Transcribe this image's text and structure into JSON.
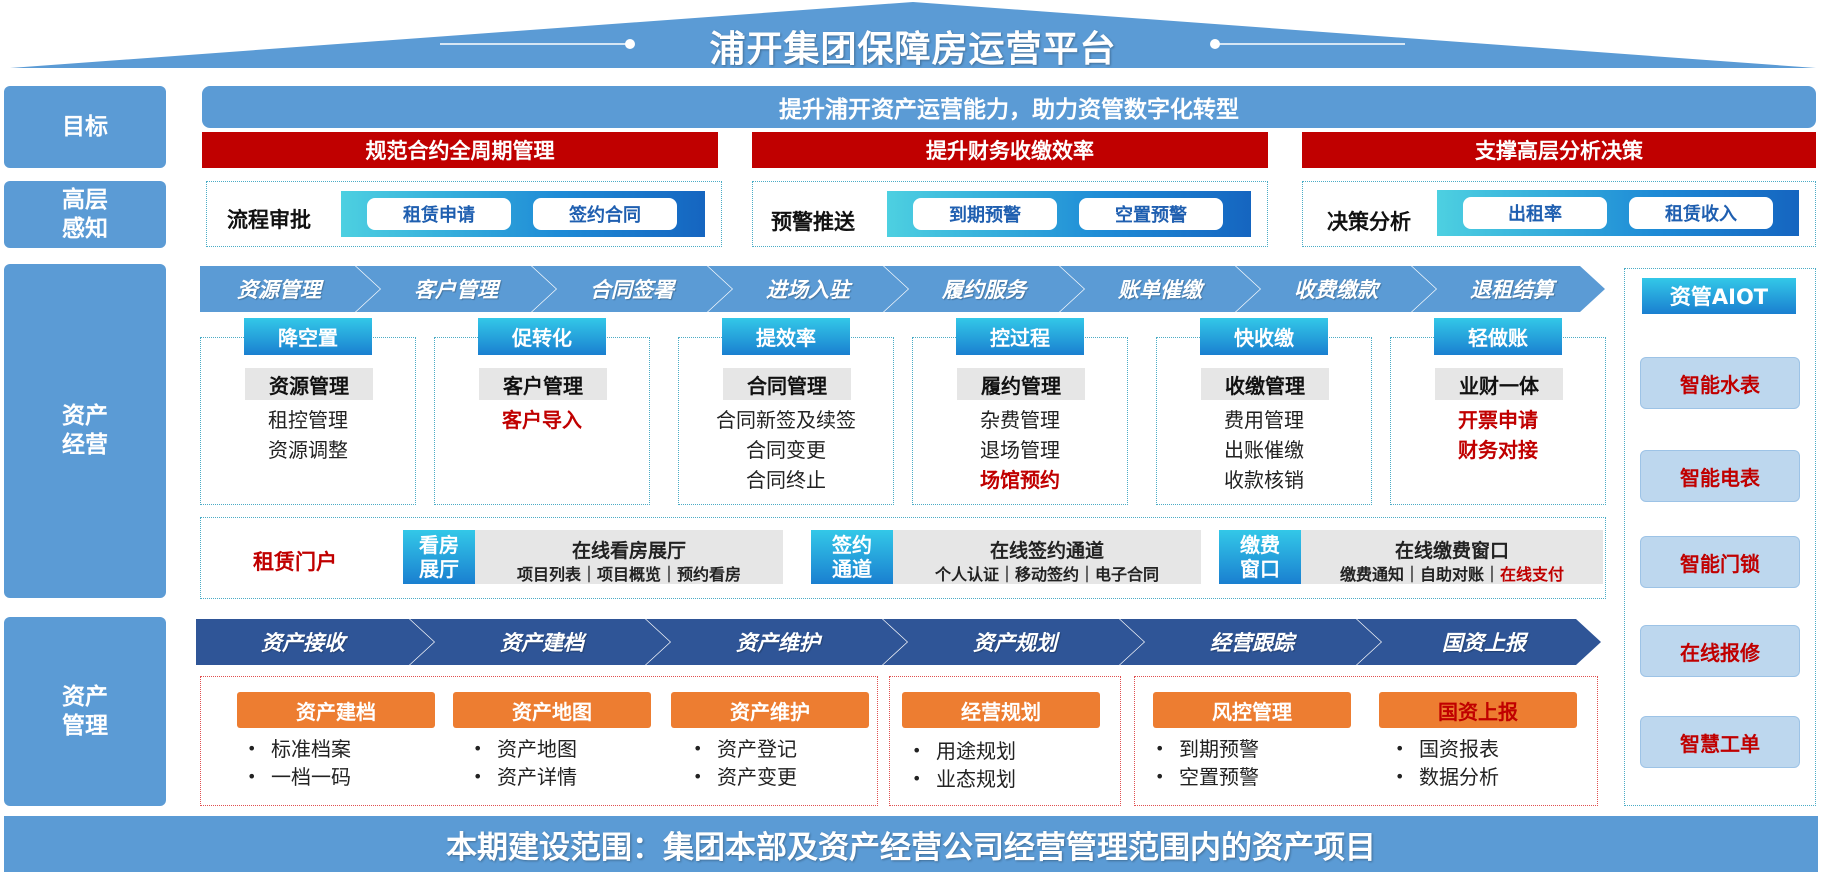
{
  "title": "浦开集团保障房运营平台",
  "labels": {
    "goal": "目标",
    "perception": "高层\n感知",
    "operation": "资产\n经营",
    "management": "资产\n管理"
  },
  "goal": {
    "main": "提升浦开资产运营能力，助力资管数字化转型",
    "subs": [
      "规范合约全周期管理",
      "提升财务收缴效率",
      "支撑高层分析决策"
    ]
  },
  "perception": [
    {
      "title": "流程审批",
      "pills": [
        "租赁申请",
        "签约合同"
      ]
    },
    {
      "title": "预警推送",
      "pills": [
        "到期预警",
        "空置预警"
      ]
    },
    {
      "title": "决策分析",
      "pills": [
        "出租率",
        "租赁收入"
      ]
    }
  ],
  "operation_flow": [
    "资源管理",
    "客户管理",
    "合同签署",
    "进场入驻",
    "履约服务",
    "账单催缴",
    "收费缴款",
    "退租结算"
  ],
  "operation_cards": [
    {
      "tag": "降空置",
      "head": "资源管理",
      "items": [
        {
          "t": "租控管理",
          "hl": false
        },
        {
          "t": "资源调整",
          "hl": false
        }
      ]
    },
    {
      "tag": "促转化",
      "head": "客户管理",
      "items": [
        {
          "t": "客户导入",
          "hl": true
        }
      ]
    },
    {
      "tag": "提效率",
      "head": "合同管理",
      "items": [
        {
          "t": "合同新签及续签",
          "hl": false
        },
        {
          "t": "合同变更",
          "hl": false
        },
        {
          "t": "合同终止",
          "hl": false
        }
      ]
    },
    {
      "tag": "控过程",
      "head": "履约管理",
      "items": [
        {
          "t": "杂费管理",
          "hl": false
        },
        {
          "t": "退场管理",
          "hl": false
        },
        {
          "t": "场馆预约",
          "hl": true
        }
      ]
    },
    {
      "tag": "快收缴",
      "head": "收缴管理",
      "items": [
        {
          "t": "费用管理",
          "hl": false
        },
        {
          "t": "出账催缴",
          "hl": false
        },
        {
          "t": "收款核销",
          "hl": false
        }
      ]
    },
    {
      "tag": "轻做账",
      "head": "业财一体",
      "items": [
        {
          "t": "开票申请",
          "hl": true
        },
        {
          "t": "财务对接",
          "hl": true
        }
      ]
    }
  ],
  "portal": {
    "label": "租赁门户",
    "groups": [
      {
        "tag": "看房\n展厅",
        "title": "在线看房展厅",
        "items": [
          {
            "t": "项目列表",
            "hl": false
          },
          {
            "t": "项目概览",
            "hl": false
          },
          {
            "t": "预约看房",
            "hl": false
          }
        ]
      },
      {
        "tag": "签约\n通道",
        "title": "在线签约通道",
        "items": [
          {
            "t": "个人认证",
            "hl": false
          },
          {
            "t": "移动签约",
            "hl": false
          },
          {
            "t": "电子合同",
            "hl": false
          }
        ]
      },
      {
        "tag": "缴费\n窗口",
        "title": "在线缴费窗口",
        "items": [
          {
            "t": "缴费通知",
            "hl": false
          },
          {
            "t": "自助对账",
            "hl": false
          },
          {
            "t": "在线支付",
            "hl": true
          }
        ]
      }
    ]
  },
  "aiot": {
    "title": "资管AIOT",
    "items": [
      "智能水表",
      "智能电表",
      "智能门锁",
      "在线报修",
      "智慧工单"
    ]
  },
  "management_flow": [
    "资产接收",
    "资产建档",
    "资产维护",
    "资产规划",
    "经营跟踪",
    "国资上报"
  ],
  "management_groups": [
    [
      {
        "head": "资产建档",
        "red": false,
        "items": [
          "标准档案",
          "一档一码"
        ]
      },
      {
        "head": "资产地图",
        "red": false,
        "items": [
          "资产地图",
          "资产详情"
        ]
      },
      {
        "head": "资产维护",
        "red": false,
        "items": [
          "资产登记",
          "资产变更"
        ]
      }
    ],
    [
      {
        "head": "经营规划",
        "red": false,
        "items": [
          "用途规划",
          "业态规划"
        ]
      }
    ],
    [
      {
        "head": "风控管理",
        "red": false,
        "items": [
          "到期预警",
          "空置预警"
        ]
      },
      {
        "head": "国资上报",
        "red": true,
        "items": [
          "国资报表",
          "数据分析"
        ]
      }
    ]
  ],
  "bottom": "本期建设范围：集团本部及资产经营公司经营管理范围内的资产项目",
  "colors": {
    "accent": "#5b9bd5",
    "red": "#c00000",
    "orange": "#ed7d31",
    "navy": "#2f5597"
  }
}
